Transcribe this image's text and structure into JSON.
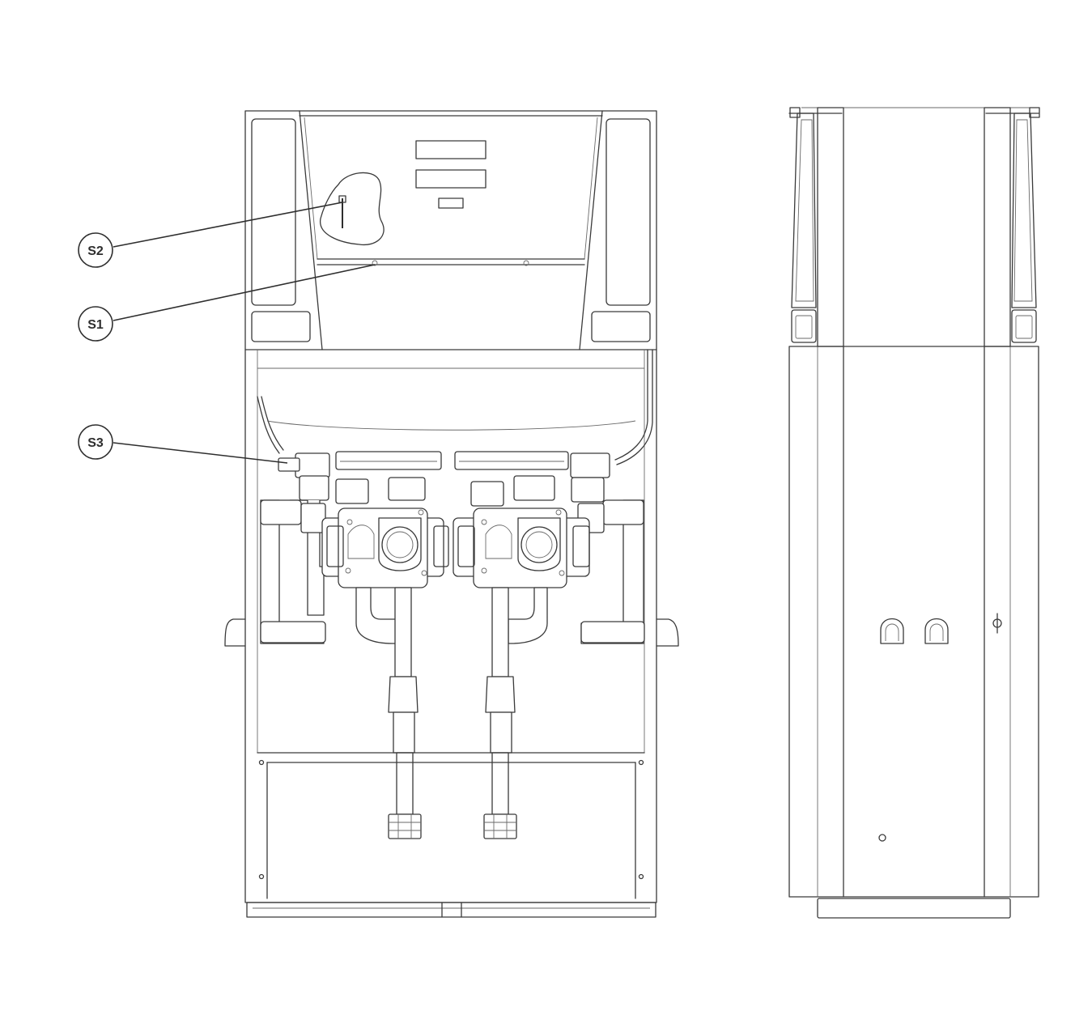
{
  "callouts": [
    {
      "id": "s2",
      "label": "S2"
    },
    {
      "id": "s1",
      "label": "S1"
    },
    {
      "id": "s3",
      "label": "S3"
    }
  ],
  "colors": {
    "line": "#3a3a3a",
    "background": "#ffffff"
  }
}
